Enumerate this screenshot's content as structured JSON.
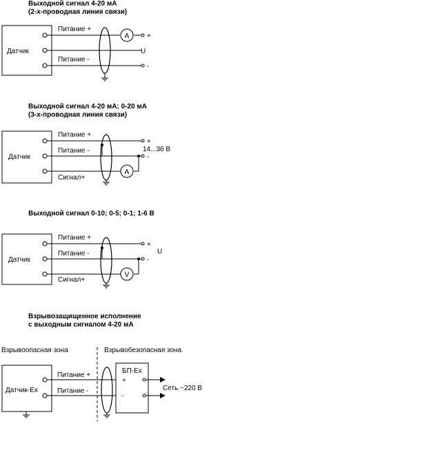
{
  "diagrams": [
    {
      "title_line1": "Выходной сигнал 4-20 мА",
      "title_line2": "(2-х-проводная линия связи)",
      "sensor": "Датчик",
      "wire_plus": "Питание +",
      "wire_minus": "Питание -",
      "meter": "A",
      "out_plus": "+",
      "out_minus": "-",
      "supply": "U"
    },
    {
      "title_line1": "Выходной сигнал 4-20 мА; 0-20 мА",
      "title_line2": "(3-х-проводная линия связи)",
      "sensor": "Датчик",
      "wire_plus": "Питание +",
      "wire_minus": "Питание -",
      "wire_signal": "Сигнал+",
      "meter": "A",
      "out_plus": "+",
      "out_minus": "-",
      "supply": "14...36 В"
    },
    {
      "title_line1": "Выходной сигнал 0-10; 0-5; 0-1; 1-6 В",
      "sensor": "Датчик",
      "wire_plus": "Питание +",
      "wire_minus": "Питание -",
      "wire_signal": "Сигнал+",
      "meter": "V",
      "out_plus": "+",
      "out_minus": "-",
      "supply": "U"
    },
    {
      "title_line1": "Взрывозащищенное исполнение",
      "title_line2": "с выходным сигналом 4-20 мА",
      "zone_hazard": "Взрывоопасная зона",
      "zone_safe": "Взрывобезопасная зона",
      "sensor": "Датчик-Ех",
      "wire_plus": "Питание +",
      "wire_minus": "Питание -",
      "barrier": "БП-Ех",
      "barrier_plus": "+",
      "barrier_minus": "-",
      "mains": "Сеть ~220 В"
    }
  ],
  "colors": {
    "line": "#000000",
    "background": "#ffffff"
  }
}
